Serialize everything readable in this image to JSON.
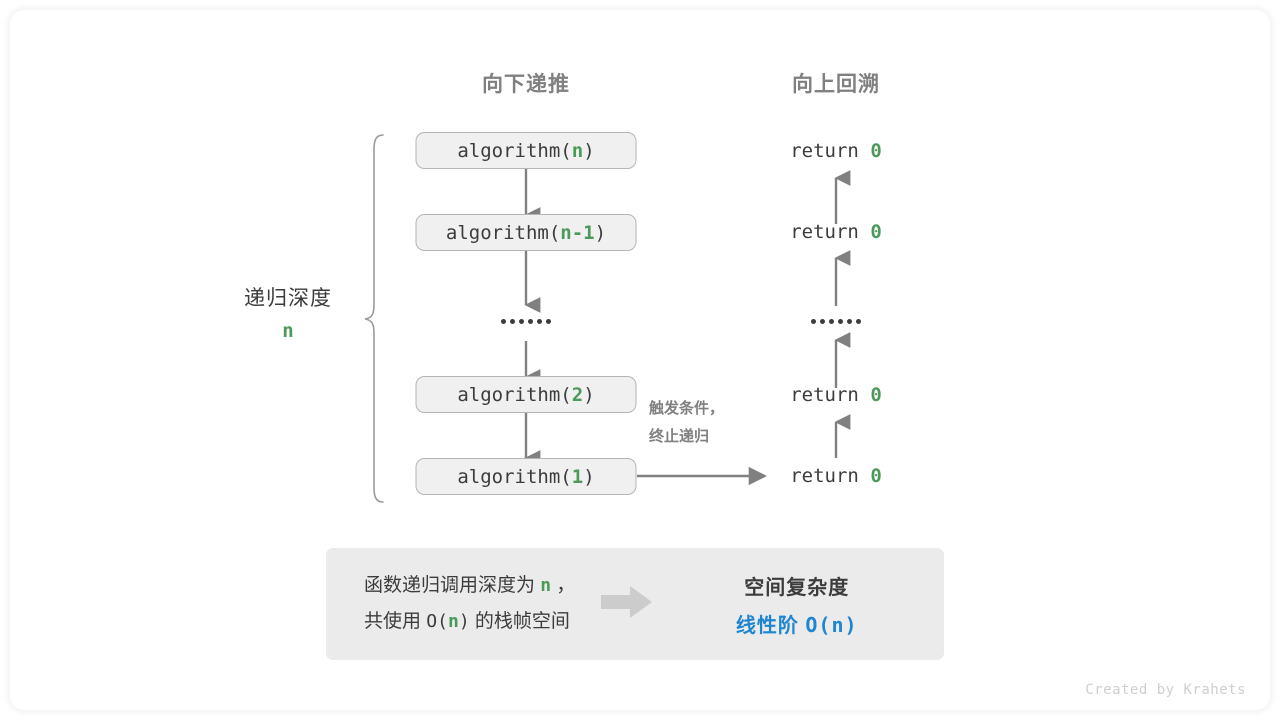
{
  "headers": {
    "descend": "向下递推",
    "ascend": "向上回溯"
  },
  "depth": {
    "label": "递归深度",
    "value": "n"
  },
  "calls": [
    {
      "prefix": "algorithm(",
      "arg": "n",
      "suffix": ")"
    },
    {
      "prefix": "algorithm(",
      "arg": "n-1",
      "suffix": ")"
    },
    {
      "ellipsis": true
    },
    {
      "prefix": "algorithm(",
      "arg": "2",
      "suffix": ")"
    },
    {
      "prefix": "algorithm(",
      "arg": "1",
      "suffix": ")"
    }
  ],
  "returns": [
    {
      "text": "return ",
      "value": "0"
    },
    {
      "text": "return ",
      "value": "0"
    },
    {
      "ellipsis": true
    },
    {
      "text": "return ",
      "value": "0"
    },
    {
      "text": "return ",
      "value": "0"
    }
  ],
  "trigger_note": {
    "line1": "触发条件，",
    "line2": "终止递归"
  },
  "summary": {
    "left_line1_a": "函数递归调用深度为 ",
    "left_line1_n": "n",
    "left_line1_b": " ，",
    "left_line2_a": "共使用 ",
    "left_line2_o": "O(",
    "left_line2_n": "n",
    "left_line2_c": ")",
    "left_line2_b": " 的栈帧空间",
    "arrow_icon": "right-arrow-icon",
    "right_title": "空间复杂度",
    "right_order": "线性阶 ",
    "right_notation": "O(n)"
  },
  "credit": "Created by Krahets",
  "colors": {
    "green": "#4c9a5a",
    "blue": "#1e86d0",
    "gray_text": "#3c3c3c",
    "gray_muted": "#808080",
    "box_fill": "#f0f0f0",
    "box_border": "#b5b5b5",
    "panel_fill": "#ebebeb",
    "arrow": "#808080"
  }
}
